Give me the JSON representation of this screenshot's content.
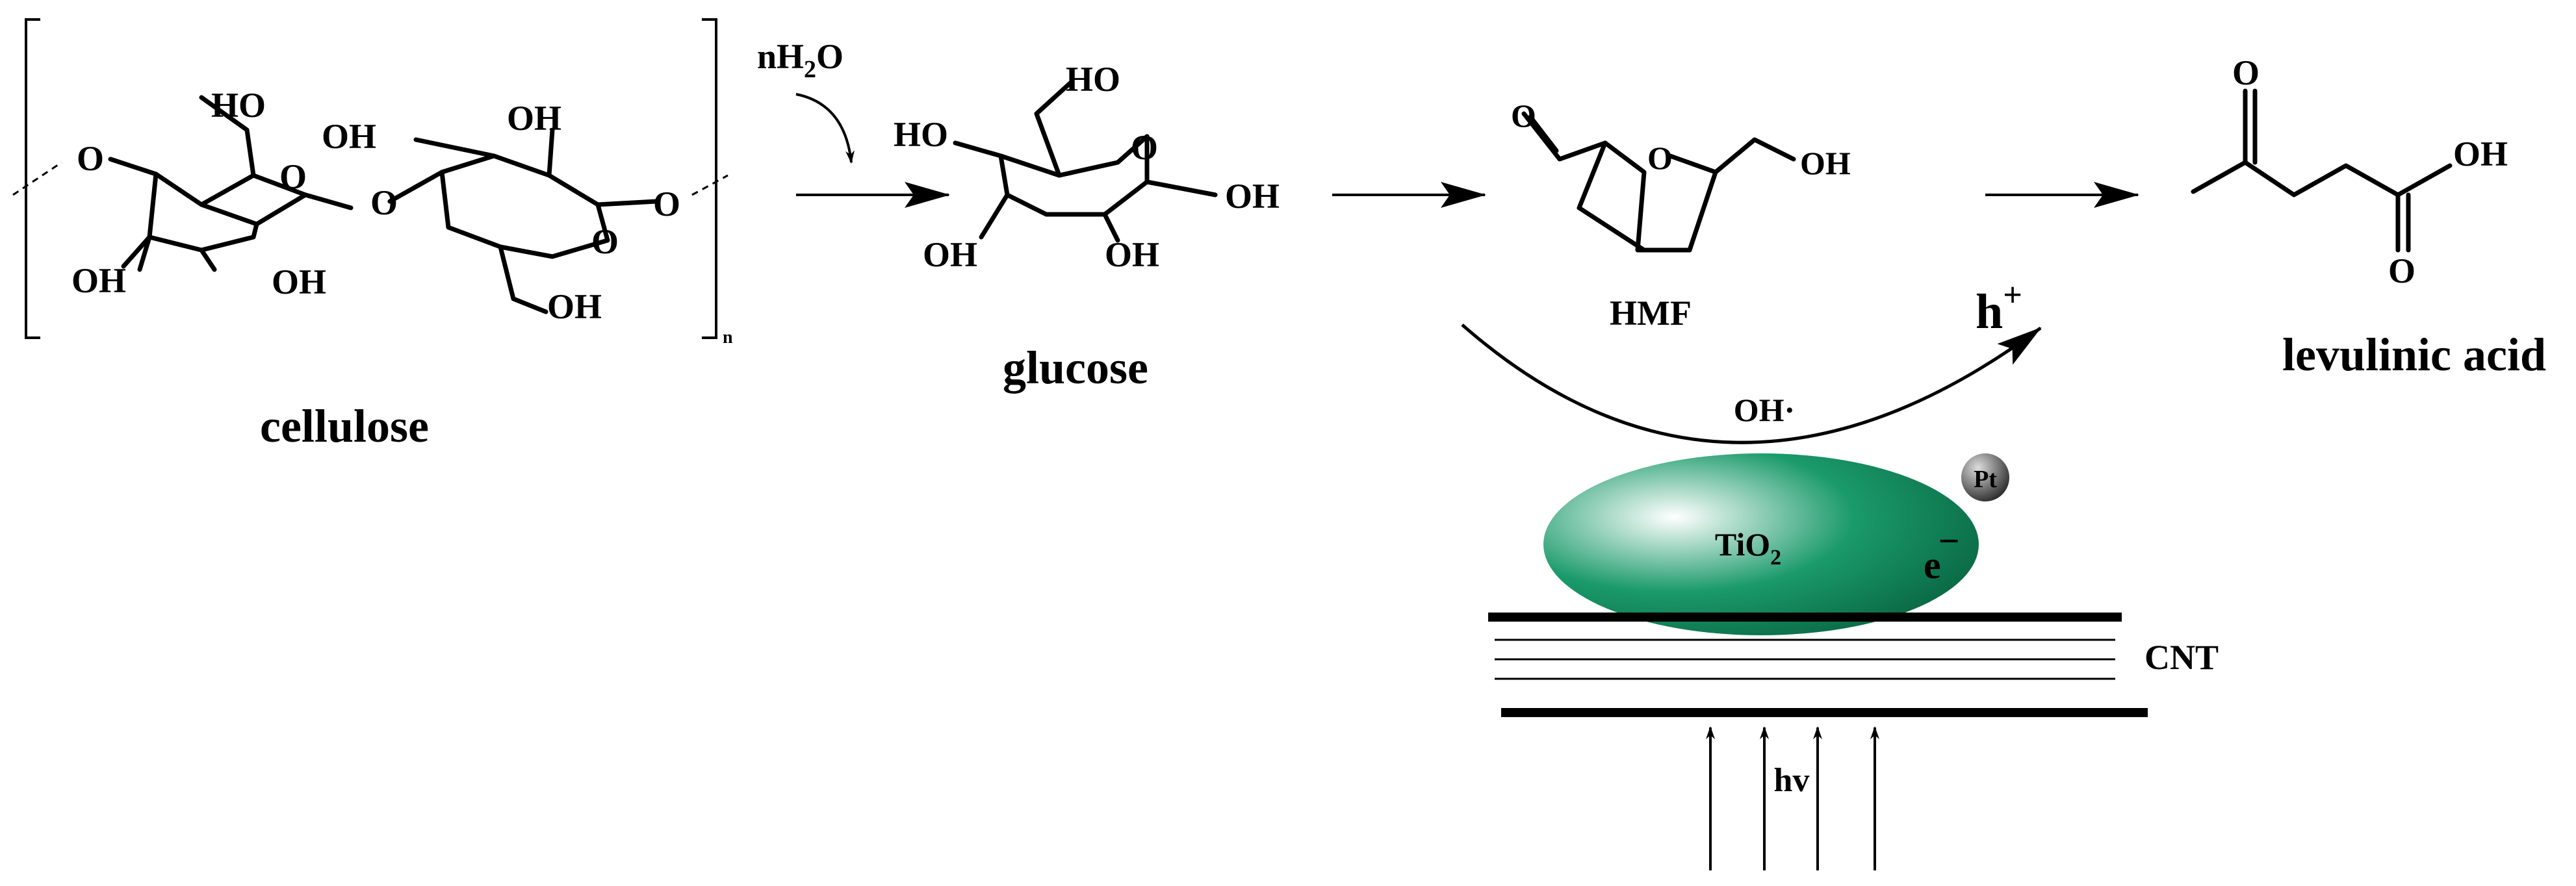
{
  "species": {
    "cellulose": {
      "name": "cellulose",
      "subscript": "n",
      "groups": {
        "ho_top": "HO",
        "oh_mid_left": "OH",
        "oh_mid_right": "OH",
        "oh_bottom_1": "OH",
        "oh_bottom_2": "OH",
        "oh_bottom_3": "OH",
        "o_left": "O",
        "o_right": "O",
        "o_bridge": "O",
        "o_ring1": "O",
        "o_ring2": "O"
      }
    },
    "reagent": {
      "prefix": "nH",
      "sub": "2",
      "suffix": "O"
    },
    "glucose": {
      "name": "glucose",
      "groups": {
        "ho_top": "HO",
        "ho_left": "HO",
        "oh_right": "OH",
        "oh_bottom_left": "OH",
        "oh_bottom_right": "OH",
        "o_ring": "O"
      }
    },
    "hmf": {
      "name": "HMF",
      "groups": {
        "o_aldehyde": "O",
        "o_ring": "O",
        "oh": "OH"
      }
    },
    "levulinic_acid": {
      "name": "levulinic acid",
      "groups": {
        "o_ketone": "O",
        "oh": "OH",
        "o_acid": "O"
      }
    }
  },
  "photocatalyst": {
    "hole_base": "h",
    "hole_sup": "+",
    "radical": "OH·",
    "support_base": "TiO",
    "support_sub": "2",
    "electron_base": "e",
    "electron_sup": "−",
    "metal": "Pt",
    "nanotube": "CNT",
    "light": "hv",
    "colors": {
      "tio2": "#1a9a6a",
      "tio2_highlight": "#ffffff",
      "pt": "#2b2b2b"
    }
  }
}
